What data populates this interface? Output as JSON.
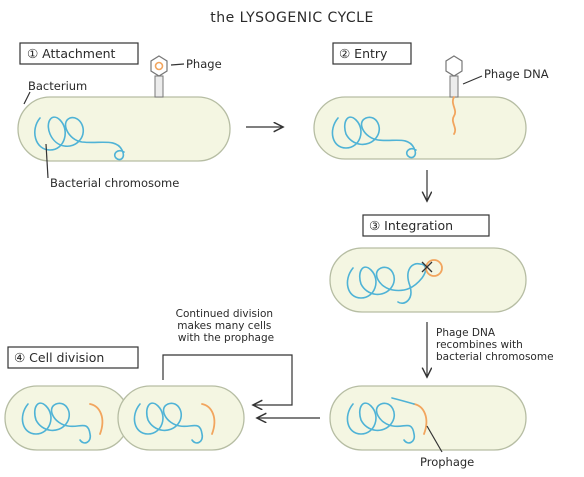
{
  "title": "the LYSOGENIC CYCLE",
  "steps": [
    {
      "label": "① Attachment"
    },
    {
      "label": "② Entry"
    },
    {
      "label": "③ Integration"
    },
    {
      "label": "④ Cell division"
    }
  ],
  "labels": {
    "phage": "Phage",
    "bacterium": "Bacterium",
    "bacterial_chromosome": "Bacterial chromosome",
    "phage_dna": "Phage DNA",
    "prophage": "Prophage"
  },
  "notes": {
    "recombine": [
      "Phage DNA",
      "recombines with",
      "bacterial chromosome"
    ],
    "continued": [
      "Continued division",
      "makes many cells",
      "with the prophage"
    ]
  },
  "colors": {
    "chromosome": "#4fb3d6",
    "phage_dna": "#f2a55e",
    "cell_fill": "#f4f6e2"
  }
}
